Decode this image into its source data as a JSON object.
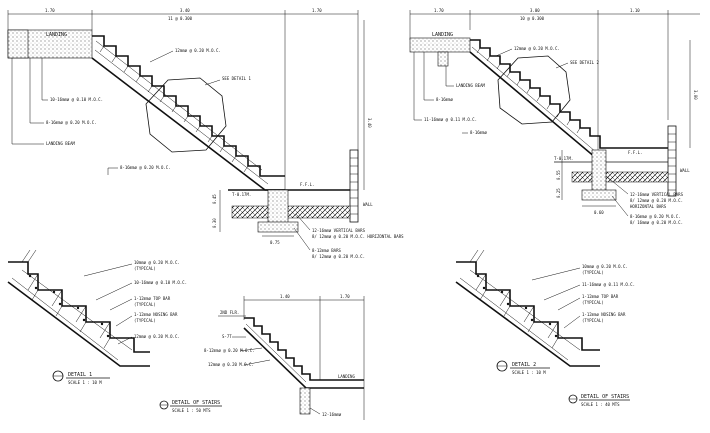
{
  "stair_a": {
    "dim_top": [
      "1.70",
      "3.40",
      "1.70"
    ],
    "dim_sub": "11 @ 0.300",
    "label_landing": "LANDING",
    "note_top_bars": "12mmø @ 0.20 M.O.C.",
    "see_detail": "SEE DETAIL 1",
    "note_main": "10-16mmø @ 0.10 M.O.C.",
    "note_dist": "8-16mmø @ 0.20 M.O.C.",
    "label_beam": "LANDING BEAM",
    "note_lower": "8-16mmø @ 0.20 M.O.C.",
    "label_tof": "T-0.17M.",
    "label_fl": "F.F.L.",
    "dim_right": "3.40",
    "note_vert": "12-16mmø VERTICAL BARS",
    "note_horiz": "8/ 12mmø @ 0.20 M.O.C. HORIZONTAL BARS",
    "note_bot1": "8-12mmø BARS",
    "note_bot2": "8/ 12mmø @ 0.20 M.O.C.",
    "label_wall": "WALL",
    "dim_bottom": "0.75",
    "dim_left1": "0.45",
    "dim_left2": "0.30"
  },
  "stair_b": {
    "dim_top": [
      "1.70",
      "3.00",
      "1.10"
    ],
    "dim_sub": "10 @ 0.300",
    "label_landing": "LANDING",
    "note_top_bars": "12mmø @ 0.20 M.O.C.",
    "see_detail": "SEE DETAIL 2",
    "note_dist": "8-16mmø",
    "label_beam": "LANDING BEAM",
    "note_main": "11-16mmø @ 0.11 M.O.C.",
    "note_lower": "8-16mmø",
    "label_tof": "T-0.17M.",
    "label_fl": "F.F.L.",
    "dim_right": "3.00",
    "note_vert": "12-16mmø VERTICAL BARS",
    "note_horiz1": "8/ 12mmø @ 0.20 M.O.C.",
    "note_horiz2": "HORIZONTAL BARS",
    "note_bot1": "8-16mmø @ 0.20 M.O.C.",
    "note_bot2": "8/ 16mmø @ 0.20 M.O.C.",
    "label_wall": "WALL",
    "dim_bottom": "0.60",
    "dim_left1": "0.55",
    "dim_left2": "0.25"
  },
  "detail_1": {
    "note_a": "10mmø @ 0.20 M.O.C.",
    "note_a2": "(TYPICAL)",
    "note_b": "10-16mmø @ 0.10 M.O.C.",
    "note_c": "1-12mmø TOP BAR",
    "note_c2": "(TYPICAL)",
    "note_d": "1-12mmø NOSING BAR",
    "note_d2": "(TYPICAL)",
    "note_e": "12mmø @ 0.20 M.O.C.",
    "title": "DETAIL 1",
    "scale": "SCALE 1 : 10 M"
  },
  "detail_2": {
    "note_a": "10mmø @ 0.20 M.O.C.",
    "note_a2": "(TYPICAL)",
    "note_b": "11-16mmø @ 0.11 M.O.C.",
    "note_c": "1-12mmø TOP BAR",
    "note_c2": "(TYPICAL)",
    "note_d": "1-12mmø NOSING BAR",
    "note_d2": "(TYPICAL)",
    "title": "DETAIL 2",
    "scale": "SCALE 1 : 10 M"
  },
  "stair_c": {
    "dim_top": [
      "1.40",
      "1.70"
    ],
    "label_fl": "2ND FLR.",
    "label_t": "S-7T",
    "note_a": "8-12mmø @ 0.20 M.O.C.",
    "note_b": "12mmø @ 0.20 M.O.C.",
    "label_landing": "LANDING",
    "note_c": "12-16mmø",
    "title": "DETAIL OF STAIRS",
    "scale": "SCALE 1 : 50 MTS"
  },
  "title_b": {
    "title": "DETAIL OF STAIRS",
    "scale": "SCALE 1 : 40 MTS"
  }
}
